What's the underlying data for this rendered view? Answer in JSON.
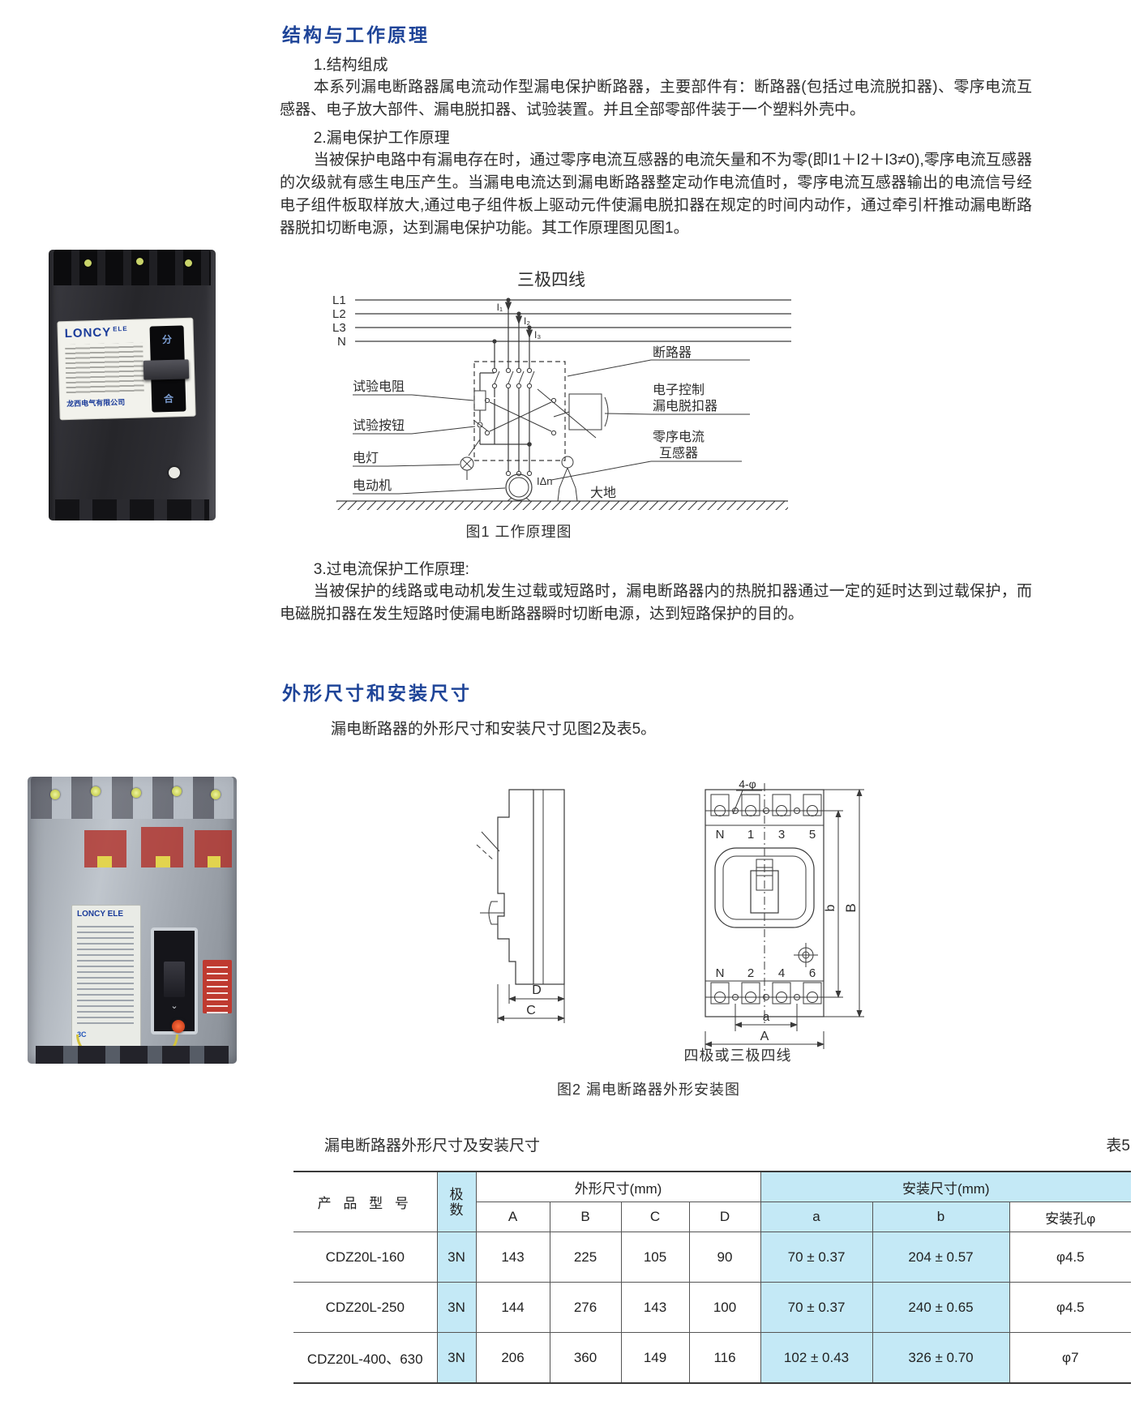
{
  "colors": {
    "heading_blue": "#1e4498",
    "table_blue": "#c4e9f6",
    "brand_blue": "#1b3c9a"
  },
  "section_structure": {
    "heading": "结构与工作原理",
    "item1": "1.结构组成",
    "para1": "本系列漏电断路器属电流动作型漏电保护断路器，主要部件有：断路器(包括过电流脱扣器)、零序电流互感器、电子放大部件、漏电脱扣器、试验装置。并且全部零部件装于一个塑料外壳中。",
    "item2": "2.漏电保护工作原理",
    "para2": "当被保护电路中有漏电存在时，通过零序电流互感器的电流矢量和不为零(即I1＋I2＋I3≠0),零序电流互感器的次级就有感生电压产生。当漏电电流达到漏电断路器整定动作电流值时，零序电流互感器输出的电流信号经电子组件板取样放大,通过电子组件板上驱动元件使漏电脱扣器在规定的时间内动作，通过牵引杆推动漏电断路器脱扣切断电源，达到漏电保护功能。其工作原理图见图1。",
    "item3": "3.过电流保护工作原理:",
    "para3": "当被保护的线路或电动机发生过载或短路时，漏电断路器内的热脱扣器通过一定的延时达到过载保护，而电磁脱扣器在发生短路时使漏电断路器瞬时切断电源，达到短路保护的目的。"
  },
  "figure1": {
    "title": "三极四线",
    "line_labels": [
      "L1",
      "L2",
      "L3",
      "N"
    ],
    "current_labels": [
      "I₁",
      "I₂",
      "I₃"
    ],
    "left_labels": [
      "试验电阻",
      "试验按钮",
      "电灯",
      "电动机"
    ],
    "breaker_label": "断路器",
    "trip_label_1": "电子控制",
    "trip_label_2": "漏电脱扣器",
    "ct_label_1": "零序电流",
    "ct_label_2": "互感器",
    "idn_label": "IΔn",
    "earth_label": "大地",
    "caption": "图1  工作原理图"
  },
  "section_dimensions": {
    "heading": "外形尺寸和安装尺寸",
    "intro": "漏电断路器的外形尺寸和安装尺寸见图2及表5。"
  },
  "figure2": {
    "hole_label": "4-φ",
    "side_dim_d": "D",
    "side_dim_c": "C",
    "front_top_terminals": [
      "N",
      "1",
      "3",
      "5"
    ],
    "front_bottom_terminals": [
      "N",
      "2",
      "4",
      "6"
    ],
    "dim_a": "a",
    "dim_A": "A",
    "dim_b": "b",
    "dim_B": "B",
    "front_caption": "四极或三极四线",
    "caption": "图2 漏电断路器外形安装图"
  },
  "table": {
    "title": "漏电断路器外形尺寸及安装尺寸",
    "tag": "表5",
    "col_product": "产 品 型 号",
    "col_poles_1": "极",
    "col_poles_2": "数",
    "group_outline": "外形尺寸(mm)",
    "group_install": "安装尺寸(mm)",
    "sub_headers": [
      "A",
      "B",
      "C",
      "D",
      "a",
      "b",
      "安装孔φ"
    ],
    "rows": [
      {
        "model": "CDZ20L-160",
        "poles": "3N",
        "A": "143",
        "B": "225",
        "C": "105",
        "D": "90",
        "a": "70 ± 0.37",
        "b": "204 ± 0.57",
        "hole": "φ4.5"
      },
      {
        "model": "CDZ20L-250",
        "poles": "3N",
        "A": "144",
        "B": "276",
        "C": "143",
        "D": "100",
        "a": "70 ± 0.37",
        "b": "240 ± 0.65",
        "hole": "φ4.5"
      },
      {
        "model": "CDZ20L-400、630",
        "poles": "3N",
        "A": "206",
        "B": "360",
        "C": "149",
        "D": "116",
        "a": "102 ± 0.43",
        "b": "326 ± 0.70",
        "hole": "φ7"
      }
    ]
  },
  "photos": {
    "breaker1": {
      "brand": "LONCY",
      "brand_sub": "ELE",
      "company": "龙西电气有限公司",
      "toggle_char_top": "分",
      "toggle_char_bottom": "合"
    },
    "breaker2": {
      "brand": "LONCY",
      "brand_sub": "ELE",
      "mark": "3C"
    }
  }
}
